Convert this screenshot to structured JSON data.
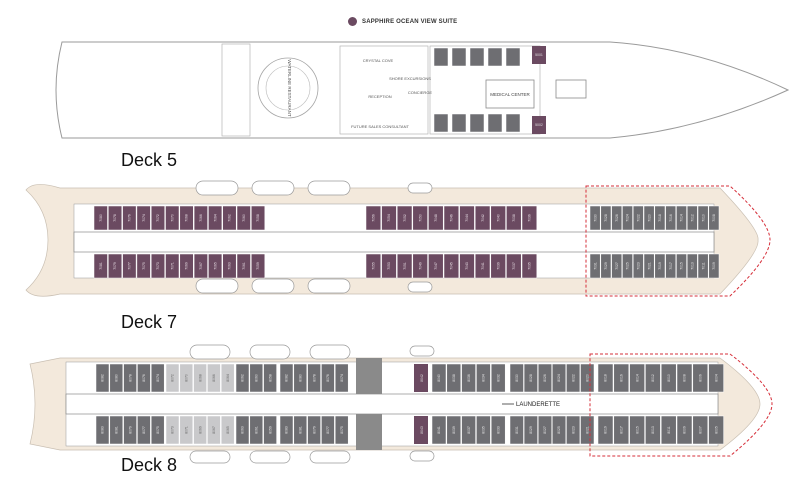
{
  "legend": {
    "label": "SAPPHIRE OCEAN VIEW SUITE",
    "color": "#6b4a61"
  },
  "colors": {
    "suite": "#6b4a61",
    "cabin": "#6e6e72",
    "cabin_light": "#c9c9cb",
    "hull": "#f3e9dc",
    "dashed": "#d62f3a",
    "line": "#8a8a8a"
  },
  "decks": [
    {
      "title": "Deck 5",
      "labels": {
        "restaurant": "WATERLINE RESTAURANT",
        "crystal_cove": "CRYSTAL COVE",
        "reception": "RECEPTION",
        "shore": "SHORE EXCURSIONS",
        "future_sales": "FUTURE SALES CONSULTANT",
        "concierge": "CONCIERGE",
        "medical": "MEDICAL CENTER"
      },
      "suites": [
        "5001",
        "5002"
      ]
    },
    {
      "title": "Deck 7",
      "upper_suites": [
        "7080",
        "7078",
        "7076",
        "7074",
        "7072",
        "7070",
        "7068",
        "7066",
        "7064",
        "7062",
        "7060",
        "7058"
      ],
      "lower_suites": [
        "7081",
        "7079",
        "7077",
        "7075",
        "7073",
        "7071",
        "7069",
        "7067",
        "7065",
        "7063",
        "7061",
        "7059"
      ],
      "upper_mid": [
        "7056",
        "7054",
        "7052",
        "7050",
        "7048",
        "7046",
        "7044",
        "7042",
        "7040",
        "7038",
        "7036"
      ],
      "lower_mid": [
        "7055",
        "7053",
        "7051",
        "7049",
        "7047",
        "7045",
        "7043",
        "7041",
        "7039",
        "7037",
        "7035"
      ],
      "upper_fwd": [
        "7030",
        "7028",
        "7026",
        "7024",
        "7022",
        "7020",
        "7018",
        "7016",
        "7014",
        "7012",
        "7010",
        "7008"
      ],
      "lower_fwd": [
        "7031",
        "7029",
        "7027",
        "7025",
        "7023",
        "7021",
        "7019",
        "7017",
        "7015",
        "7013",
        "7011",
        "7009"
      ]
    },
    {
      "title": "Deck 8",
      "launderette": "LAUNDERETTE",
      "upper_aft": [
        "8082",
        "8080",
        "8078",
        "8076",
        "8074",
        "8072",
        "8070",
        "8068",
        "8066",
        "8064",
        "8062",
        "8060",
        "8058"
      ],
      "lower_aft": [
        "8083",
        "8081",
        "8079",
        "8077",
        "8075",
        "8073",
        "8071",
        "8069",
        "8067",
        "8065",
        "8063",
        "8061",
        "8059"
      ],
      "upper_fwd": [
        "8040",
        "8038",
        "8036",
        "8034",
        "8032",
        "8030",
        "8028",
        "8026",
        "8024",
        "8022",
        "8020",
        "8018",
        "8016",
        "8014",
        "8012",
        "8010",
        "8008",
        "8006",
        "8004"
      ],
      "lower_fwd": [
        "8041",
        "8039",
        "8037",
        "8035",
        "8033",
        "8031",
        "8029",
        "8027",
        "8025",
        "8023",
        "8021",
        "8019",
        "8017",
        "8015",
        "8013",
        "8011",
        "8009",
        "8007",
        "8005"
      ],
      "suite_upper": "8042",
      "suite_lower": "8043"
    }
  ]
}
